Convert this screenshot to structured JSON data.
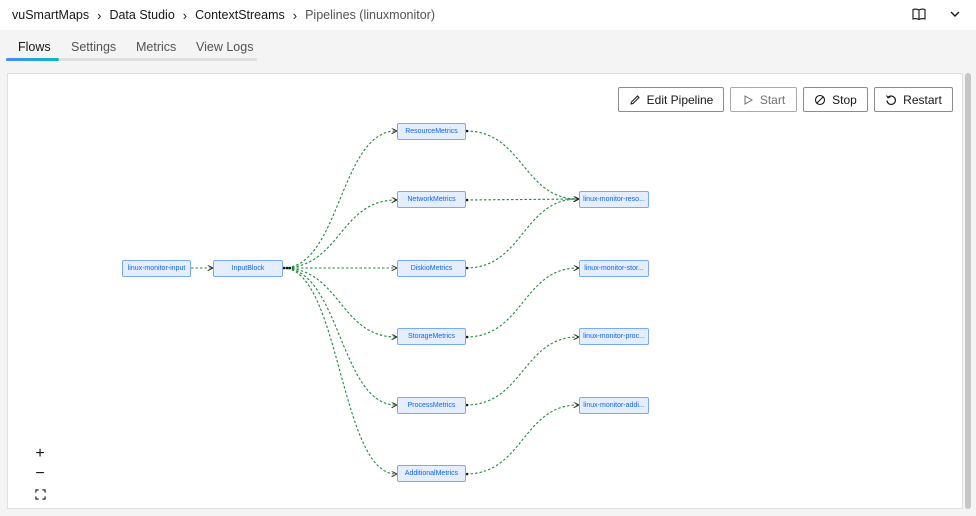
{
  "breadcrumbs": [
    {
      "label": "vuSmartMaps"
    },
    {
      "label": "Data Studio"
    },
    {
      "label": "ContextStreams"
    },
    {
      "label": "Pipelines (linuxmonitor)"
    }
  ],
  "tabs": [
    {
      "label": "Flows",
      "active": true
    },
    {
      "label": "Settings"
    },
    {
      "label": "Metrics"
    },
    {
      "label": "View Logs"
    }
  ],
  "toolbar": {
    "edit_label": "Edit Pipeline",
    "start_label": "Start",
    "stop_label": "Stop",
    "restart_label": "Restart"
  },
  "nodes": {
    "input": "linux-monitor-input",
    "block": "InputBlock",
    "resource": "ResourceMetrics",
    "network": "NetworkMetrics",
    "diskio": "DiskioMetrics",
    "storage": "StorageMetrics",
    "process": "ProcessMetrics",
    "additional": "AdditionalMetrics",
    "out_reso": "linux-monitor-reso...",
    "out_stor": "linux-monitor-stor...",
    "out_proc": "linux-monitor-proc...",
    "out_addi": "linux-monitor-addi..."
  },
  "zoom": {
    "in_symbol": "+",
    "out_symbol": "−"
  },
  "colors": {
    "edge": "#1e8a3c",
    "node_border": "#78a9ff",
    "node_fill": "#e5eefd"
  }
}
